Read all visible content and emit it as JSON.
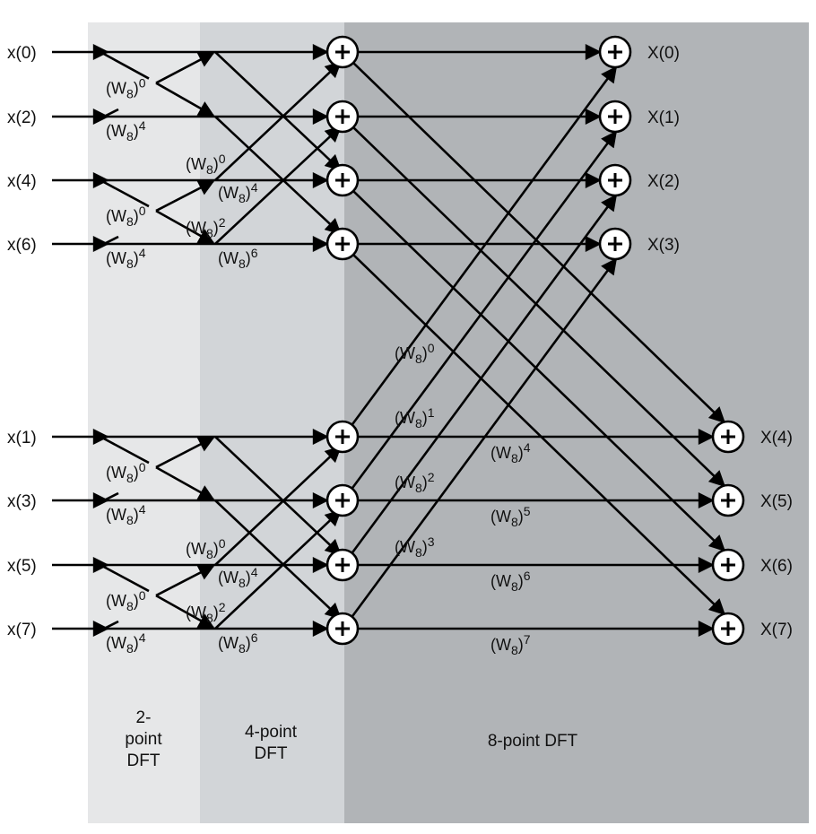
{
  "title": "8-point radix-2 decimation-in-time FFT flow graph",
  "colors": {
    "stage2_bg": "#e6e7e8",
    "stage4_bg": "#d2d5d8",
    "stage8_bg": "#b1b4b7",
    "line": "#000000",
    "adder_fill": "#ffffff"
  },
  "stages": [
    {
      "id": "stage-2pt",
      "label_lines": [
        "2-",
        "point",
        "DFT"
      ]
    },
    {
      "id": "stage-4pt",
      "label_lines": [
        "4-point",
        "DFT"
      ]
    },
    {
      "id": "stage-8pt",
      "label_lines": [
        "8-point DFT"
      ]
    }
  ],
  "inputs": [
    "x(0)",
    "x(2)",
    "x(4)",
    "x(6)",
    "x(1)",
    "x(3)",
    "x(5)",
    "x(7)"
  ],
  "outputs": [
    "X(0)",
    "X(1)",
    "X(2)",
    "X(3)",
    "X(4)",
    "X(5)",
    "X(6)",
    "X(7)"
  ],
  "twiddle_base": "(W",
  "twiddle_sub": "8",
  "twiddle_close": ")",
  "stage1_twiddles": [
    {
      "group": 0,
      "upper_exp": "0",
      "lower_exp": "4"
    },
    {
      "group": 1,
      "upper_exp": "0",
      "lower_exp": "4"
    },
    {
      "group": 2,
      "upper_exp": "0",
      "lower_exp": "4"
    },
    {
      "group": 3,
      "upper_exp": "0",
      "lower_exp": "4"
    }
  ],
  "stage2_twiddles": [
    {
      "half": 0,
      "exps": [
        "0",
        "4",
        "2",
        "6"
      ]
    },
    {
      "half": 1,
      "exps": [
        "0",
        "4",
        "2",
        "6"
      ]
    }
  ],
  "stage3_cross_twiddles": [
    "0",
    "1",
    "2",
    "3"
  ],
  "stage3_straight_twiddles": [
    "4",
    "5",
    "6",
    "7"
  ]
}
